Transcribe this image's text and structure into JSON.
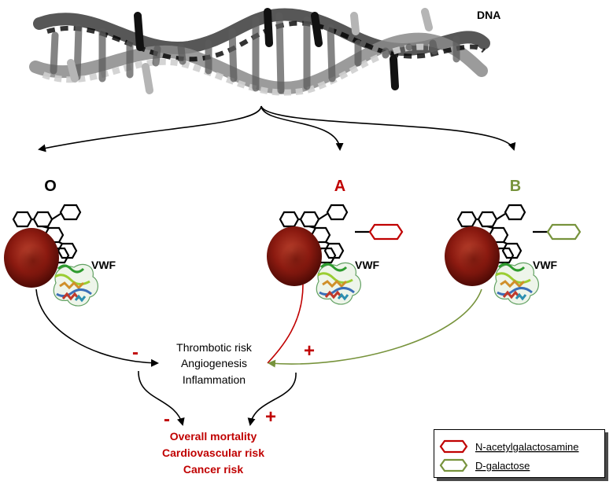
{
  "dna_label": "DNA",
  "groups": [
    {
      "id": "O",
      "label": "O",
      "color": "#000000",
      "protein_label": "VWF",
      "sugar": null
    },
    {
      "id": "A",
      "label": "A",
      "color": "#c00000",
      "protein_label": "VWF",
      "sugar": "N-acetylgalactosamine"
    },
    {
      "id": "B",
      "label": "B",
      "color": "#77933c",
      "protein_label": "VWF",
      "sugar": "D-galactose"
    }
  ],
  "effects": {
    "lines": [
      "Thrombotic risk",
      "Angiogenesis",
      "Inflammation"
    ],
    "sign_O": "-",
    "sign_A": "+"
  },
  "outcomes": {
    "lines": [
      "Overall mortality",
      "Cardiovascular risk",
      "Cancer risk"
    ],
    "sign_O": "-",
    "sign_A": "+",
    "color": "#c00000"
  },
  "legend": {
    "items": [
      {
        "label": "N-acetylgalactosamine",
        "color": "#c00000"
      },
      {
        "label": "D-galactose",
        "color": "#77933c"
      }
    ]
  },
  "colors": {
    "red": "#c00000",
    "green": "#77933c",
    "erythrocyte": "#8b1a10"
  }
}
